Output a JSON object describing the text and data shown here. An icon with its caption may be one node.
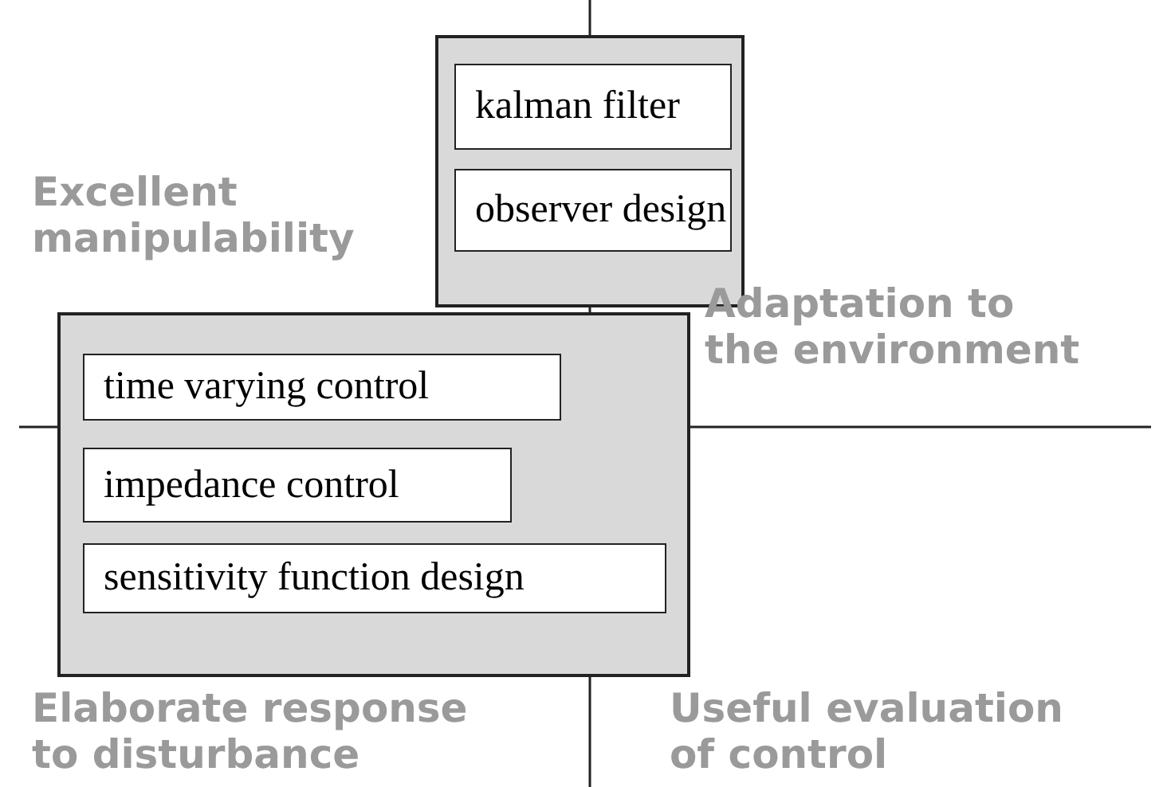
{
  "diagram": {
    "nodes": [
      {
        "text": [],
        "shape": "box"
      },
      {
        "text": [
          "kalman filter"
        ],
        "in": 0
      },
      {
        "text": [
          "observer design"
        ],
        "in": 0
      },
      {
        "text": [],
        "shape": "box"
      },
      {
        "text": [
          "time varying control"
        ],
        "in": 3
      },
      {
        "text": [
          "impedance control"
        ],
        "in": 3
      },
      {
        "text": [
          "sensitivity function design"
        ],
        "in": 3
      }
    ],
    "edges": [],
    "labels": [
      "Excellent manipulability",
      "Adaptation to the environment",
      "Elaborate response to disturbance",
      "Useful evaluation of control"
    ]
  }
}
